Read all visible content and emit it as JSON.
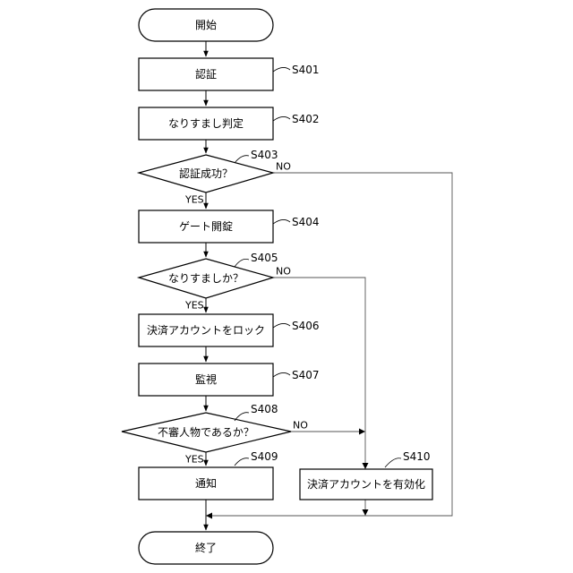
{
  "flowchart": {
    "start": "開始",
    "end": "終了",
    "steps": [
      {
        "id": "S401",
        "label": "認証"
      },
      {
        "id": "S402",
        "label": "なりすまし判定"
      },
      {
        "id": "S403",
        "label": "認証成功？"
      },
      {
        "id": "S404",
        "label": "ゲート開錠"
      },
      {
        "id": "S405",
        "label": "なりすましか？"
      },
      {
        "id": "S406",
        "label": "決済アカウントをロック"
      },
      {
        "id": "S407",
        "label": "監視"
      },
      {
        "id": "S408",
        "label": "不審人物であるか？"
      },
      {
        "id": "S409",
        "label": "通知"
      },
      {
        "id": "S410",
        "label": "決済アカウントを有効化"
      }
    ],
    "branch": {
      "yes": "YES",
      "no": "NO"
    }
  }
}
